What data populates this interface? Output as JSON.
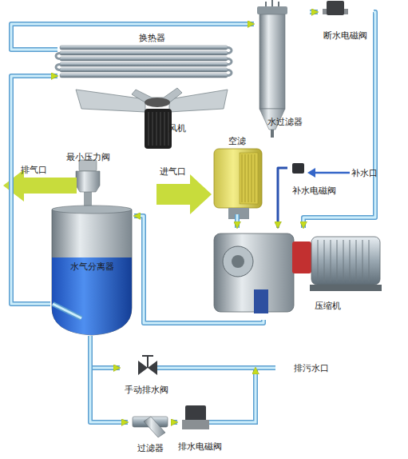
{
  "diagram": {
    "nodes": [
      {
        "text": [
          "换热器"
        ]
      },
      {
        "text": [
          "水过滤器"
        ]
      },
      {
        "text": [
          "断水电磁阀"
        ]
      },
      {
        "text": [
          "风机"
        ]
      },
      {
        "text": [
          "最小压力阀"
        ]
      },
      {
        "text": [
          "空滤"
        ]
      },
      {
        "text": [
          "补水电磁阀"
        ]
      },
      {
        "text": [
          "水气分离器"
        ]
      },
      {
        "text": [
          "压缩机"
        ]
      },
      {
        "text": [
          "手动排水阀"
        ]
      },
      {
        "text": [
          "过滤器"
        ]
      },
      {
        "text": [
          "排水电磁阀"
        ]
      }
    ],
    "edges": [
      {
        "from": 7,
        "to": 0,
        "arrow": "to"
      },
      {
        "from": 0,
        "to": 1,
        "arrow": "to"
      },
      {
        "from": 1,
        "to": 2,
        "arrow": "to"
      },
      {
        "from": 2,
        "to": 8,
        "arrow": "to"
      },
      {
        "from": 8,
        "to": 7,
        "arrow": "to"
      },
      {
        "from": 5,
        "to": 8,
        "arrow": "to"
      },
      {
        "from": 6,
        "to": 8,
        "arrow": "to"
      },
      {
        "from": 7,
        "to": 9,
        "arrow": "to"
      },
      {
        "from": 7,
        "to": 10,
        "arrow": "to"
      },
      {
        "from": 10,
        "to": 11,
        "arrow": "to"
      }
    ],
    "labels": [
      "排气口",
      "进气口",
      "补水口",
      "排污水口"
    ]
  }
}
